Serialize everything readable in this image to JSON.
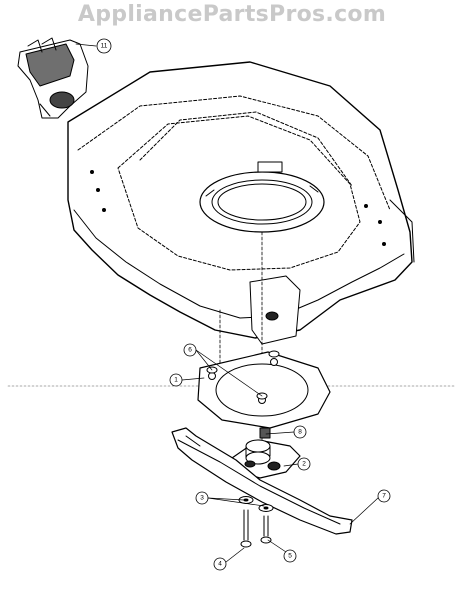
{
  "watermark": "AppliancePartsPros.com",
  "callouts": [
    {
      "id": "c11",
      "label": "11"
    },
    {
      "id": "c6a",
      "label": "6"
    },
    {
      "id": "c1",
      "label": "1"
    },
    {
      "id": "c8",
      "label": "8"
    },
    {
      "id": "c2",
      "label": "2"
    },
    {
      "id": "c3",
      "label": "3"
    },
    {
      "id": "c7",
      "label": "7"
    },
    {
      "id": "c4",
      "label": "4"
    },
    {
      "id": "c5",
      "label": "5"
    }
  ]
}
